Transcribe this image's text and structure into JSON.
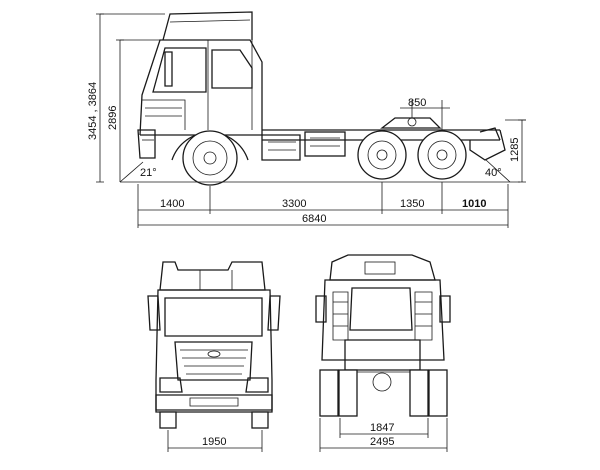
{
  "dimensions": {
    "height_total": "3454 , 3864",
    "height_cab": "2896",
    "fifth_wheel_offset": "850",
    "frame_height": "1285",
    "approach_angle": "21°",
    "departure_angle": "40°",
    "front_overhang": "1400",
    "wheelbase_1": "3300",
    "wheelbase_2": "1350",
    "rear_overhang": "1010",
    "overall_length": "6840",
    "front_track": "1950",
    "rear_track": "1847",
    "overall_width": "2495"
  },
  "colors": {
    "line": "#1a1a1a",
    "background": "#ffffff"
  }
}
